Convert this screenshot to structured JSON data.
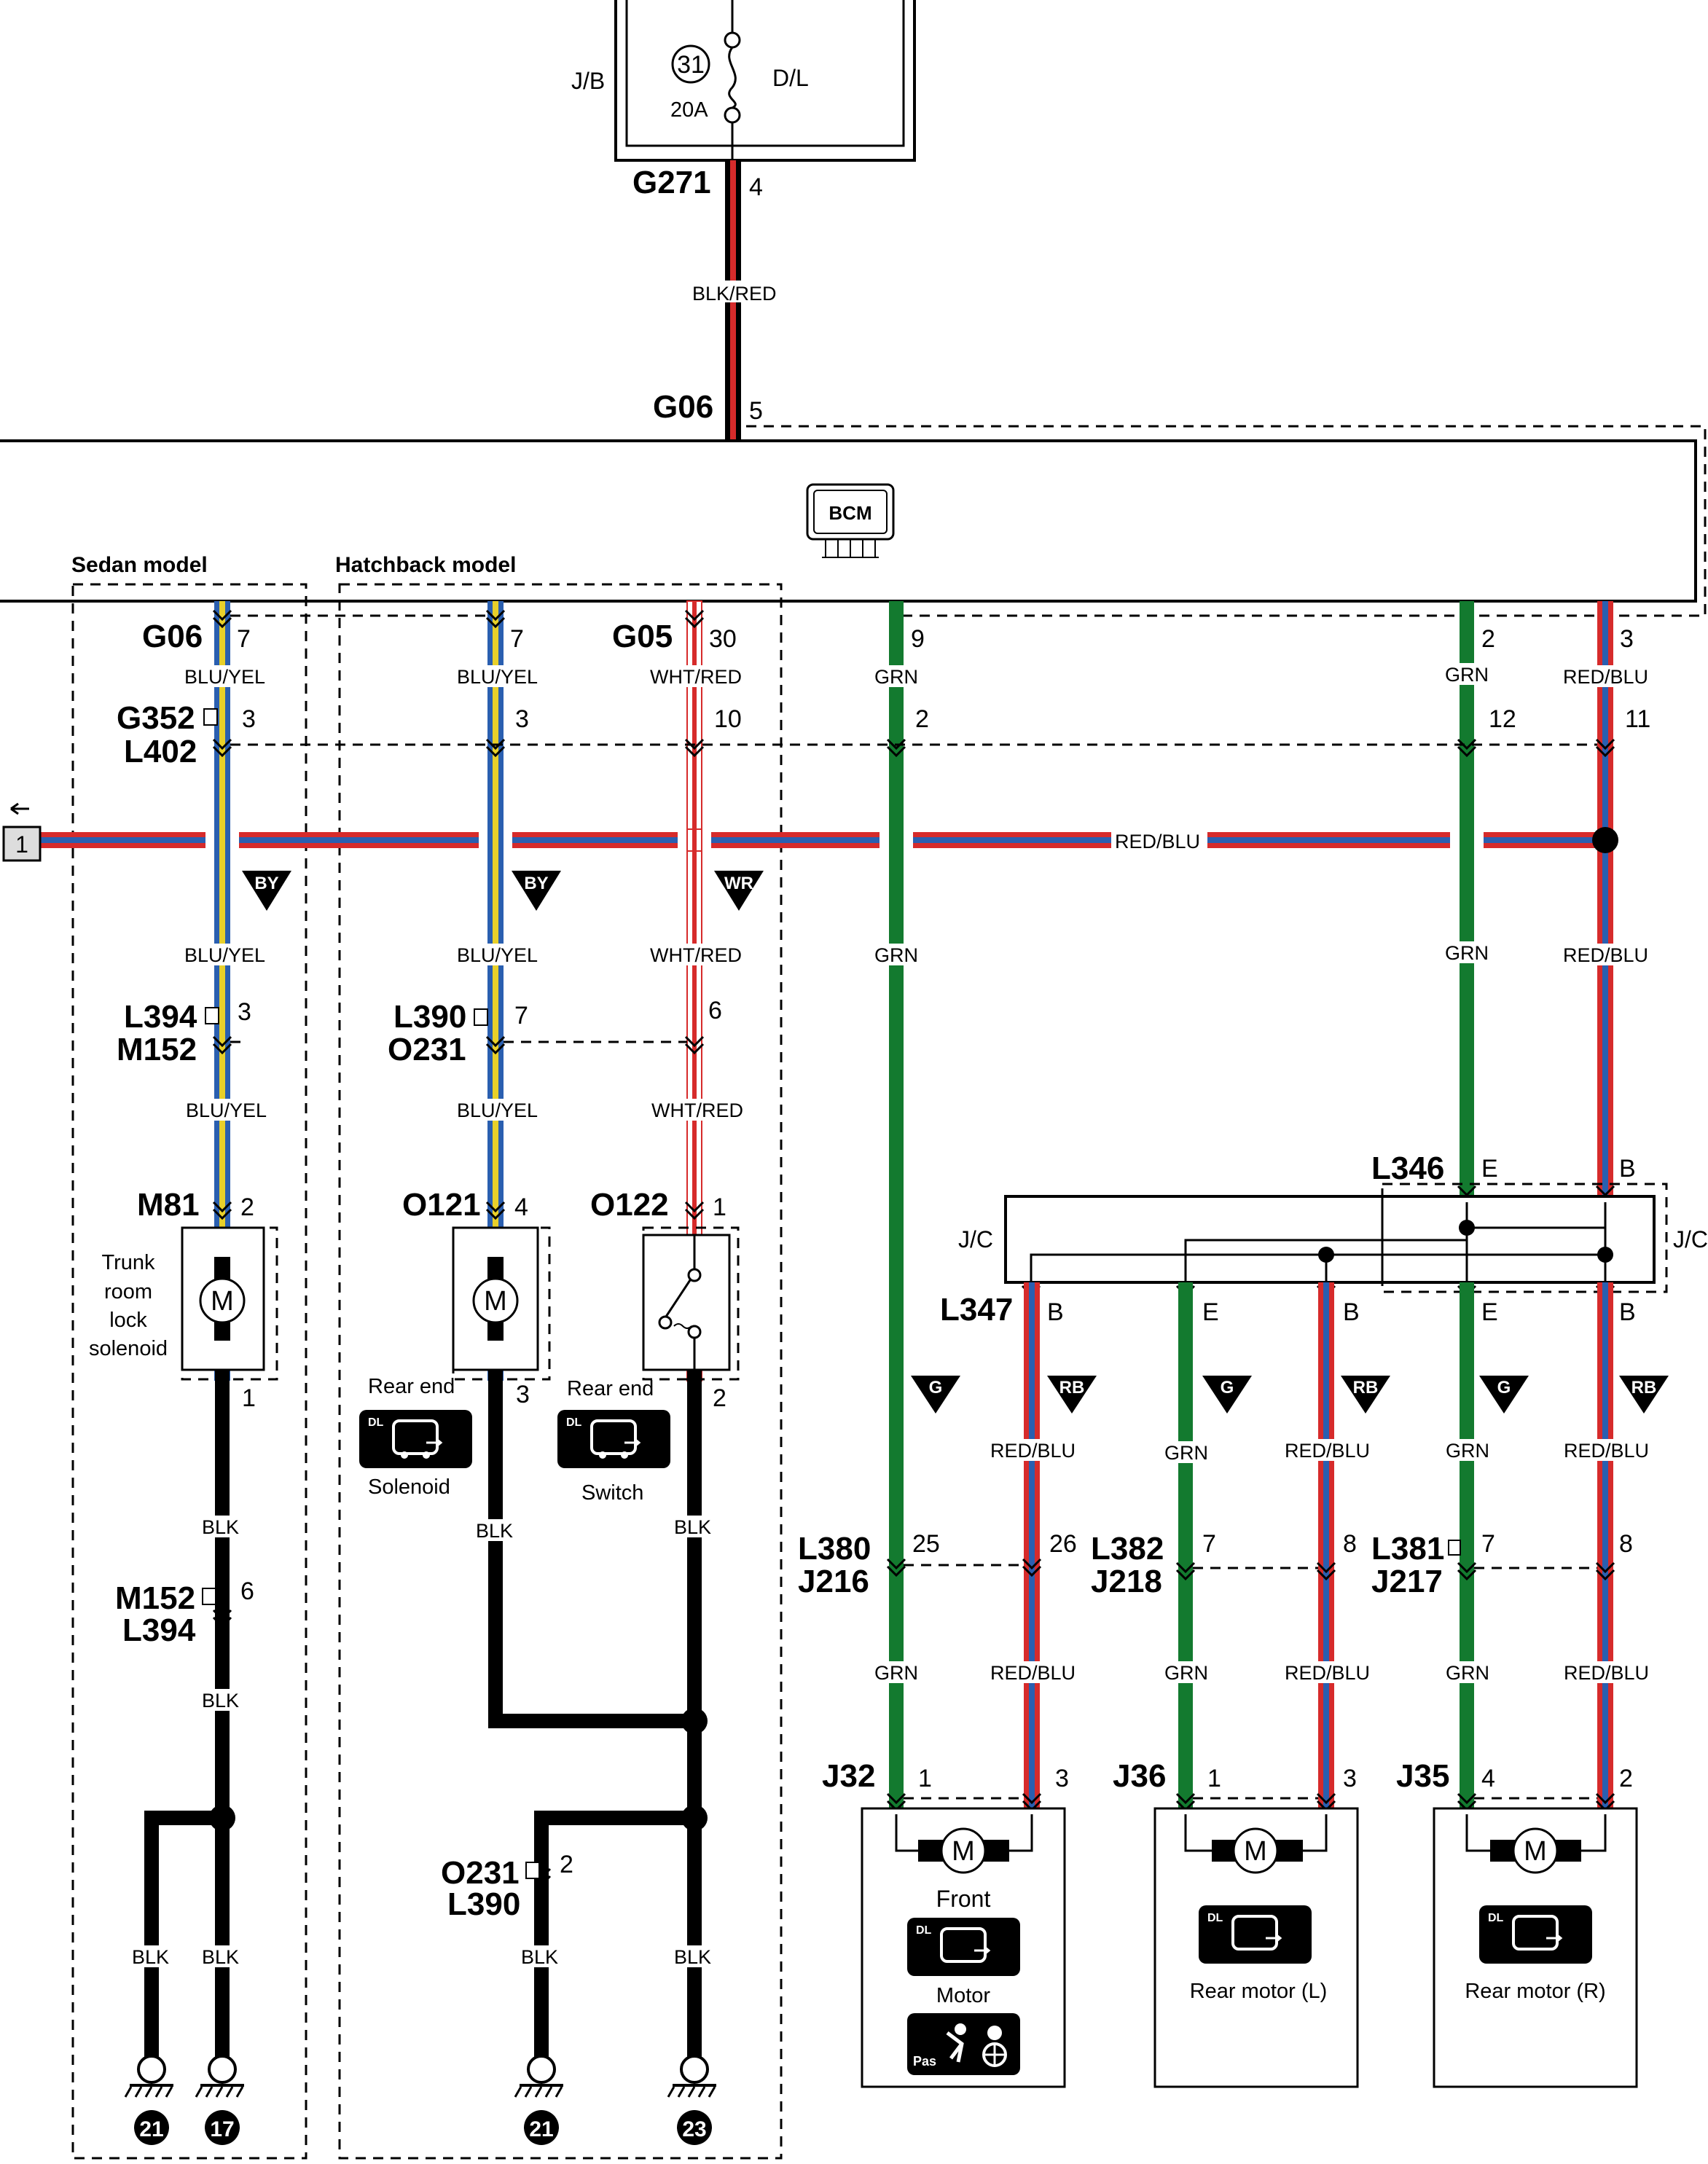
{
  "fuse": {
    "number": "31",
    "rating": "20A",
    "left_label": "J/B",
    "right_label": "D/L"
  },
  "bcm": {
    "label": "BCM"
  },
  "sections": {
    "sedan": "Sedan model",
    "hatchback": "Hatchback model"
  },
  "connectors": {
    "g271": "G271",
    "g06_top": "G06",
    "g06_left": "G06",
    "g05": "G05",
    "g352": "G352",
    "l402": "L402",
    "l394a": "L394",
    "m152a": "M152",
    "l390a": "L390",
    "o231a": "O231",
    "m81": "M81",
    "o121": "O121",
    "o122": "O122",
    "m152b": "M152",
    "l394b": "L394",
    "o231b": "O231",
    "l390b": "L390",
    "l346": "L346",
    "l347": "L347",
    "l380": "L380",
    "j216": "J216",
    "l382": "L382",
    "j218": "J218",
    "l381": "L381",
    "j217": "J217",
    "j32": "J32",
    "j36": "J36",
    "j35": "J35",
    "link_box": "1"
  },
  "pins": {
    "g271": "4",
    "g06_top": "5",
    "g06_sedan": "7",
    "g06_hatch": "7",
    "g05": "30",
    "bcm_grn_left": "9",
    "bcm_grn_right": "2",
    "bcm_redblu": "3",
    "g352_sedan": "3",
    "g352_hatch": "3",
    "g352_wr": "10",
    "g352_grn": "2",
    "g352_grn_right": "12",
    "g352_rb": "11",
    "l394_sedan": "3",
    "l390_hatch": "7",
    "l390_wr": "6",
    "m81_top": "2",
    "m81_bot": "1",
    "o121_top": "4",
    "o121_bot": "3",
    "o122_top": "1",
    "o122_bot": "2",
    "m152_sedan": "6",
    "o231_bot": "2",
    "l346_e": "E",
    "l346_b": "B",
    "l347_b": "B",
    "jc_e": "E",
    "jc_b": "B",
    "jc_e2": "E",
    "jc_b2": "B",
    "l380_a": "25",
    "l380_b": "26",
    "l382_a": "7",
    "l382_b": "8",
    "l381_a": "7",
    "l381_b": "8",
    "j32_a": "1",
    "j32_b": "3",
    "j36_a": "1",
    "j36_b": "3",
    "j35_a": "4",
    "j35_b": "2"
  },
  "wires": {
    "blkred": "BLK/RED",
    "bluyel": "BLU/YEL",
    "whtred": "WHT/RED",
    "grn": "GRN",
    "redblu": "RED/BLU",
    "blk": "BLK"
  },
  "splices": {
    "by": "BY",
    "wr": "WR",
    "g": "G",
    "rb": "RB"
  },
  "jc": {
    "left": "J/C",
    "right": "J/C"
  },
  "components": {
    "trunk_solenoid": [
      "Trunk",
      "room",
      "lock",
      "solenoid"
    ],
    "motor_symbol": "M",
    "rear_end_1": "Rear end",
    "solenoid": "Solenoid",
    "rear_end_2": "Rear end",
    "switch": "Switch",
    "front": "Front",
    "motor": "Motor",
    "rear_motor_l": "Rear motor (L)",
    "rear_motor_r": "Rear motor (R)",
    "dl": "DL",
    "pas": "Pas"
  },
  "grounds": [
    "21",
    "17",
    "21",
    "23"
  ],
  "colors": {
    "red": "#d62b2b",
    "green": "#137a2f",
    "blue": "#2a5fb0",
    "yellow": "#e8d02a",
    "black": "#000000",
    "box_border": "#333333"
  }
}
